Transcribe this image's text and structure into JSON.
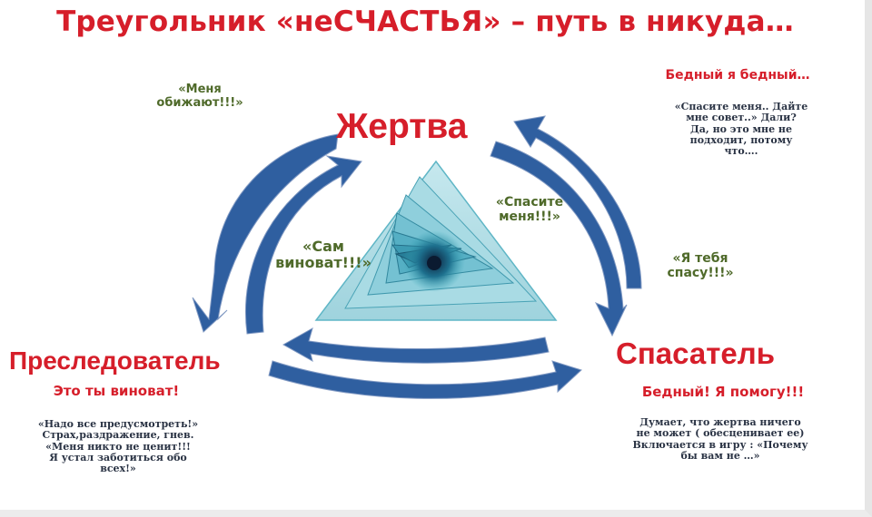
{
  "title": "Треугольник «неСЧАСТЬЯ» – путь в никуда…",
  "victim": {
    "role": "Жертва",
    "header": "Бедный я бедный…",
    "notes": [
      "«Спасите меня.. Дайте",
      "мне совет..» Дали?",
      "Да, но это мне не",
      "подходит, потому",
      "что…."
    ]
  },
  "persecutor": {
    "role": "Преследователь",
    "header": "Это ты виноват!",
    "notes": [
      "«Надо все предусмотреть!»",
      "Страх,раздражение, гнев.",
      "«Меня никто не ценит!!!",
      "Я устал заботиться обо",
      "всех!»"
    ]
  },
  "rescuer": {
    "role": "Спасатель",
    "header": "Бедный! Я помогу!!!",
    "notes": [
      "Думает, что жертва ничего",
      "не может ( обесценивает ее)",
      "Включается в игру : «Почему",
      "бы вам не …»"
    ]
  },
  "quotes": {
    "offended": [
      "«Меня",
      "обижают!!!»"
    ],
    "save_me": [
      "«Спасите",
      "меня!!!»"
    ],
    "self_blame": [
      "«Сам",
      "виноват!!!»"
    ],
    "will_save": [
      "«Я тебя",
      "спасу!!!»"
    ]
  },
  "colors": {
    "title_red": "#d61e2a",
    "quote_green": "#4f6a2a",
    "arrow_blue": "#2f5fa0",
    "triangle_teal": "#3aa8b8"
  }
}
